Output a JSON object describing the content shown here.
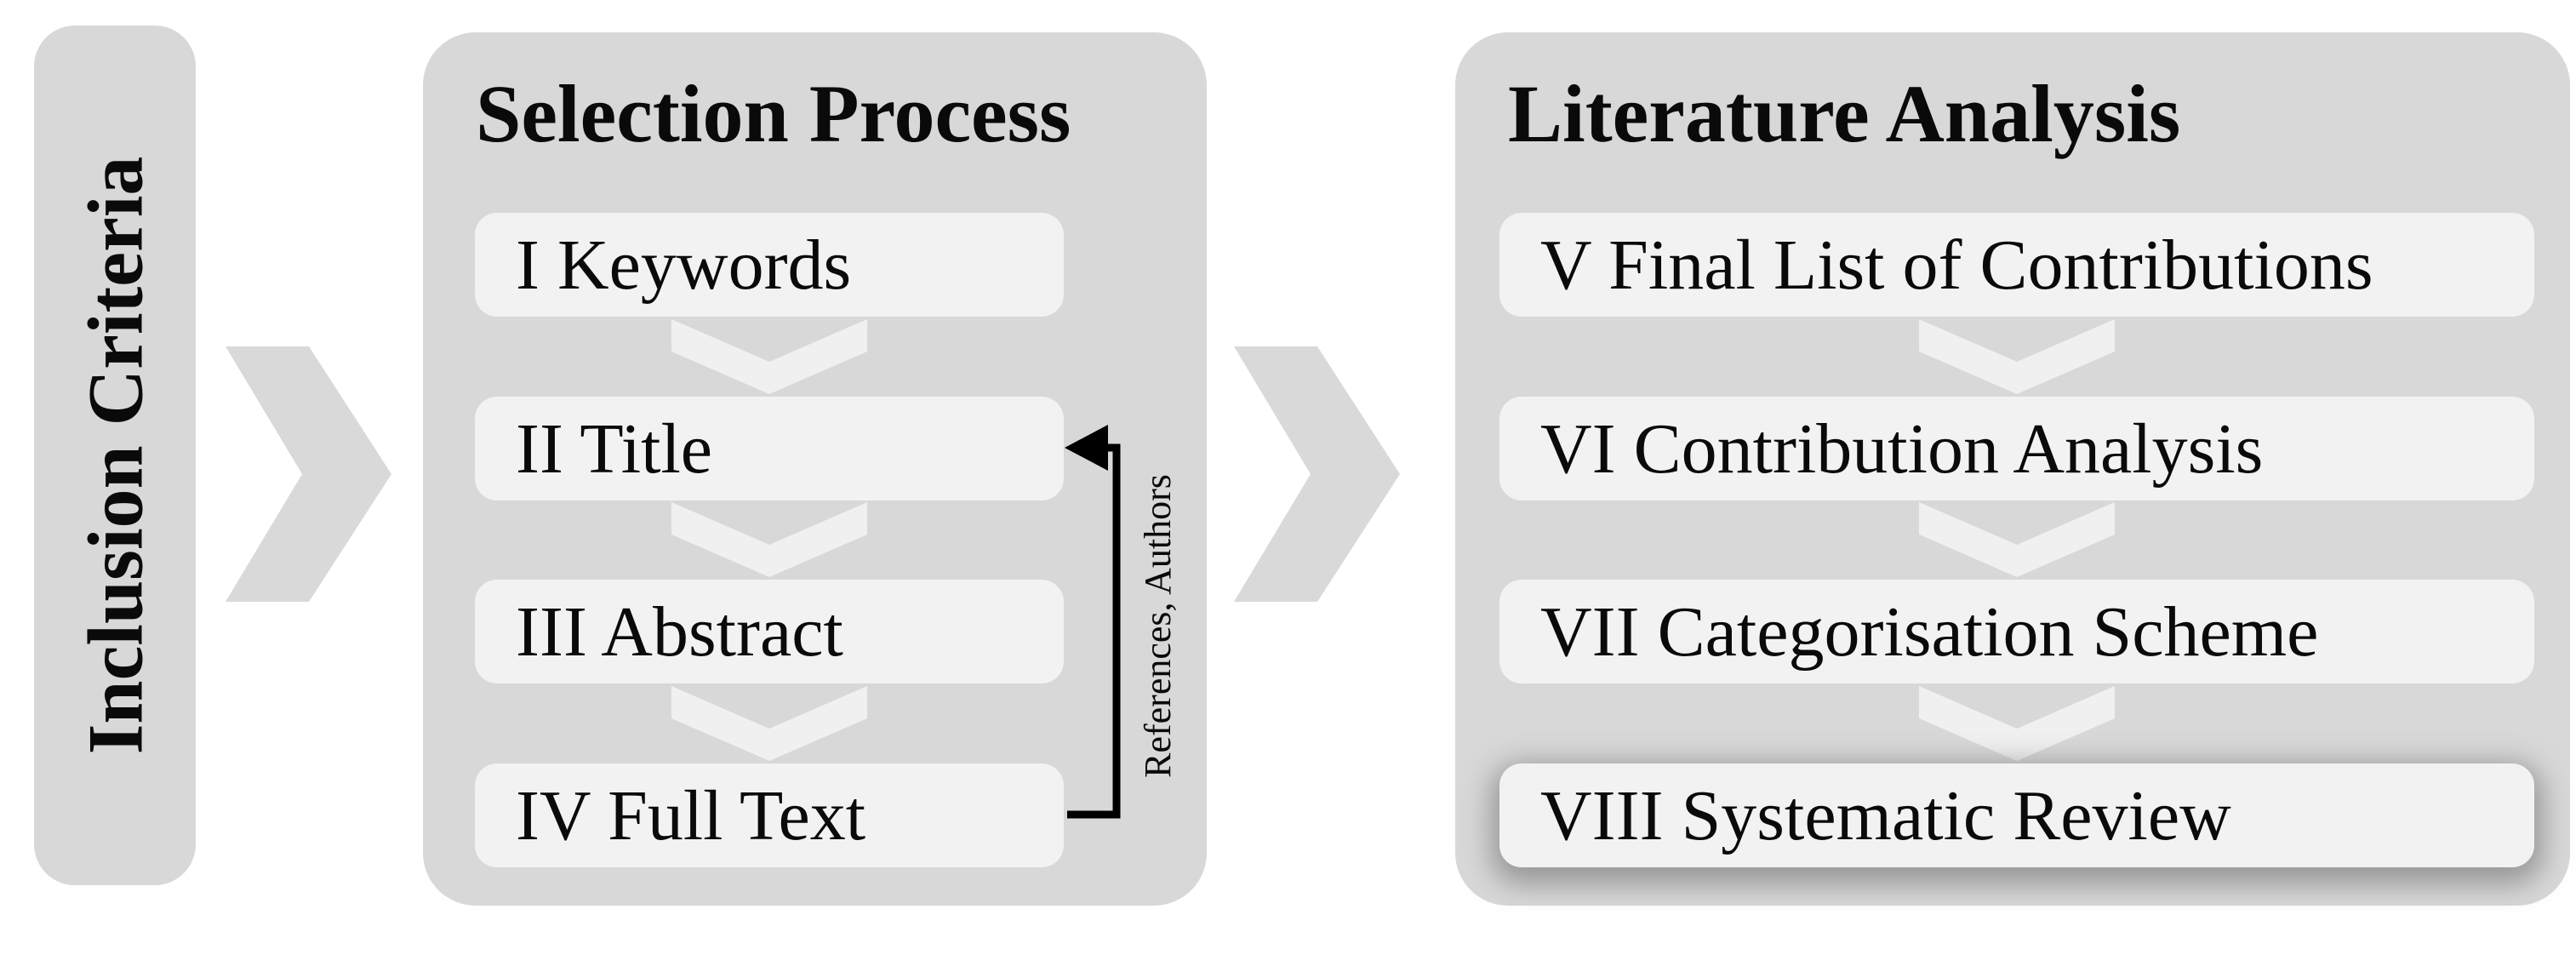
{
  "diagram": {
    "inclusion": {
      "label": "Inclusion Criteria"
    },
    "selection": {
      "title": "Selection Process",
      "items": [
        {
          "label": "I Keywords"
        },
        {
          "label": "II Title"
        },
        {
          "label": "III Abstract"
        },
        {
          "label": "IV Full Text"
        }
      ]
    },
    "feedback": {
      "label": "References, Authors"
    },
    "literature": {
      "title": "Literature Analysis",
      "items": [
        {
          "label": "V Final List of Contributions"
        },
        {
          "label": "VI Contribution Analysis"
        },
        {
          "label": "VII Categorisation Scheme"
        },
        {
          "label": "VIII Systematic Review"
        }
      ]
    },
    "colors": {
      "background": "#ffffff",
      "panel_fill": "#d8d8d8",
      "item_fill": "#f2f2f2",
      "down_chevron_fill": "#f0f0f0",
      "flow_chevron_fill": "#d9d9d9",
      "arrow_color": "#000000",
      "text_color": "#0a0a0a"
    }
  }
}
